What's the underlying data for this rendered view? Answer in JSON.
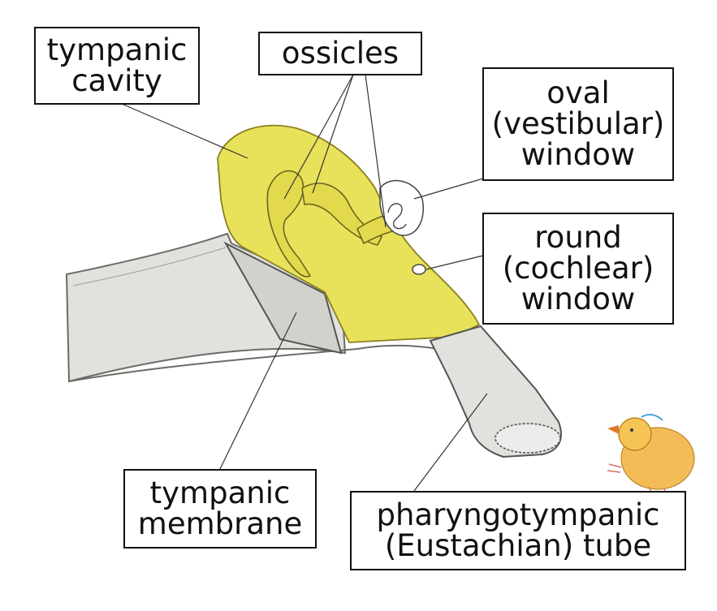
{
  "colors": {
    "cavity": "#e8e25a",
    "cavity_outline": "#8a8020",
    "canal_gray": "#e1e1de",
    "pencil": "#555555",
    "chick": "#f3b545"
  },
  "labels": {
    "tympanic_cavity": {
      "line1": "tympanic",
      "line2": "cavity"
    },
    "ossicles": {
      "line1": "ossicles"
    },
    "oval_window": {
      "line1": "oval",
      "line2": "(vestibular)",
      "line3": "window"
    },
    "round_window": {
      "line1": "round",
      "line2": "(cochlear)",
      "line3": "window"
    },
    "tympanic_membrane": {
      "line1": "tympanic",
      "line2": "membrane"
    },
    "eustachian_tube": {
      "line1": "pharyngotympanic",
      "line2": "(Eustachian) tube"
    }
  }
}
